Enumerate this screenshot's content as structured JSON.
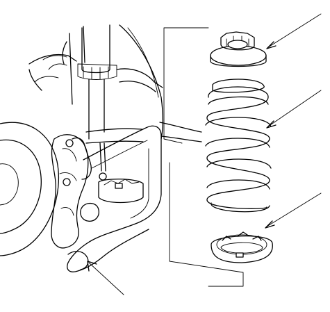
{
  "figure": {
    "subject": "suspension-spring-assembly-exploded-view",
    "parts": [
      {
        "id": "upper-spring-seat",
        "icon": "spring-seat-upper-icon"
      },
      {
        "id": "coil-spring",
        "icon": "coil-spring-icon"
      },
      {
        "id": "lower-spring-seat",
        "icon": "spring-seat-lower-icon"
      },
      {
        "id": "lower-arm",
        "icon": "lower-arm-icon"
      }
    ],
    "colors": {
      "ink": "#000000",
      "paper": "#ffffff"
    }
  }
}
